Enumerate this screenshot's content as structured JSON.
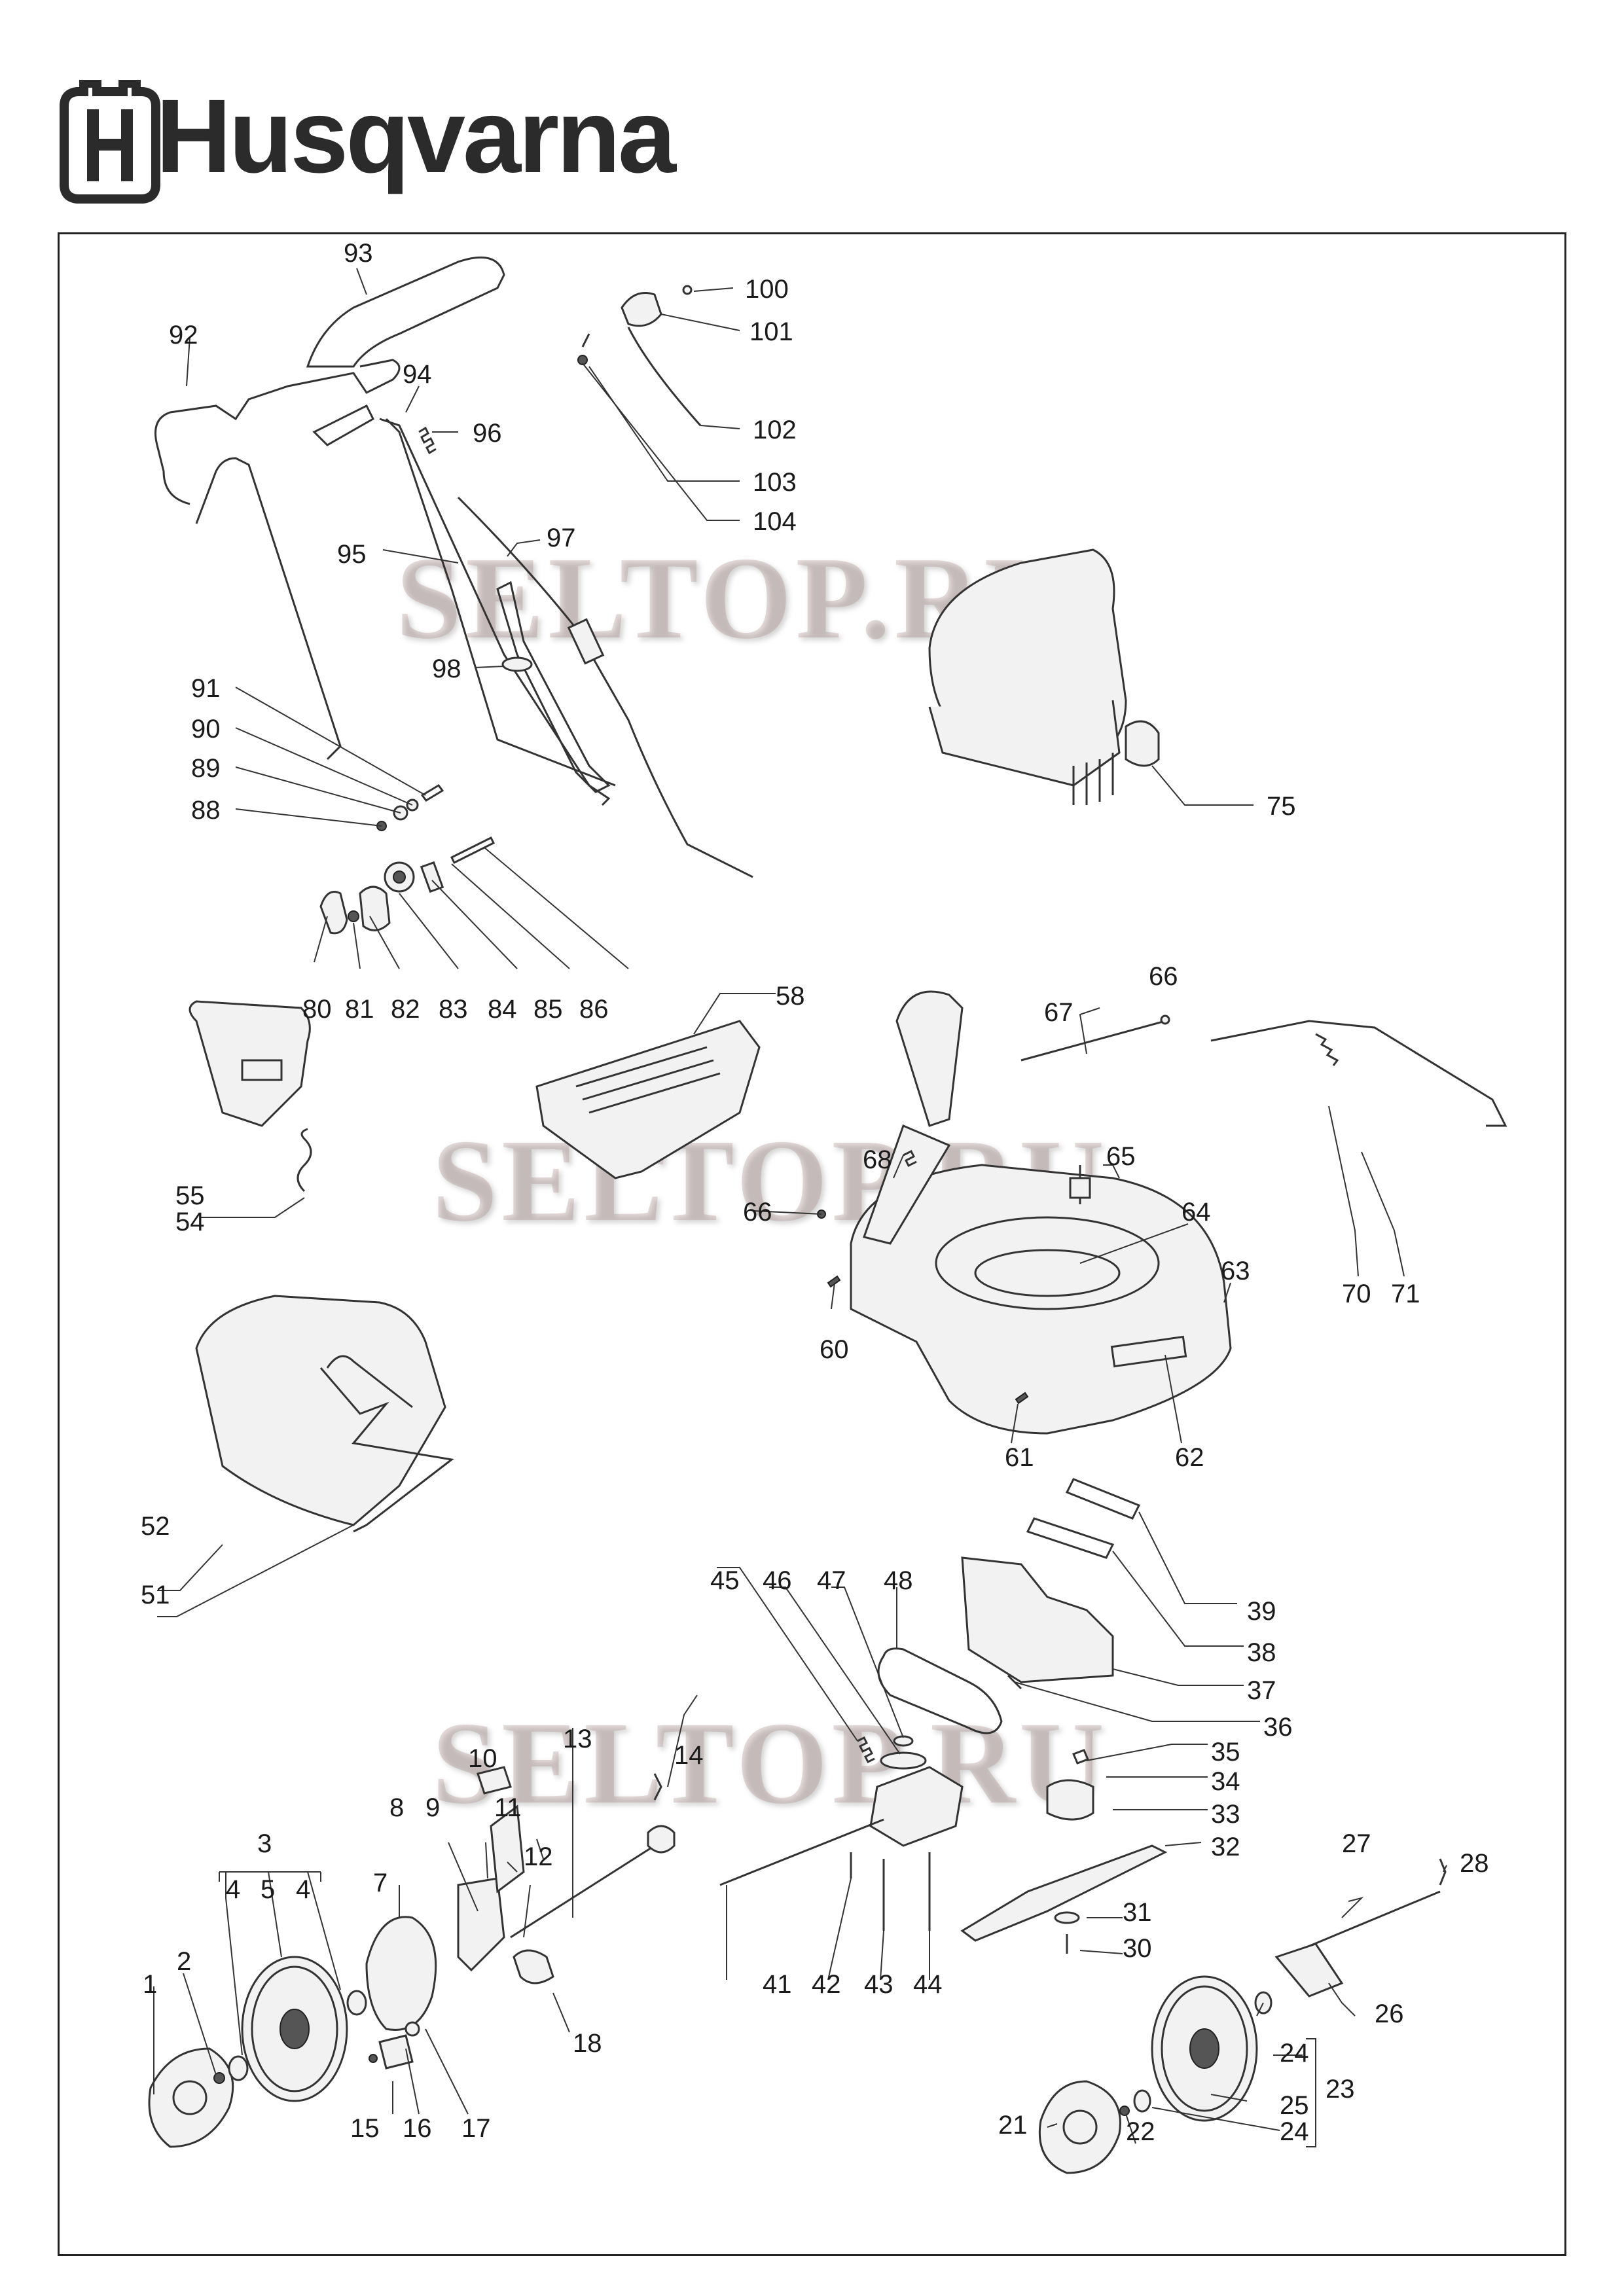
{
  "brand": {
    "name": "Husqvarna"
  },
  "watermark": "SELTOP.RU",
  "callouts": {
    "c1": "1",
    "c2": "2",
    "c3": "3",
    "c4a": "4",
    "c5": "5",
    "c4b": "4",
    "c7": "7",
    "c8": "8",
    "c9": "9",
    "c10": "10",
    "c11": "11",
    "c12": "12",
    "c13": "13",
    "c14": "14",
    "c15": "15",
    "c16": "16",
    "c17": "17",
    "c18": "18",
    "c21": "21",
    "c22": "22",
    "c23": "23",
    "c24a": "24",
    "c25": "25",
    "c24b": "24",
    "c26": "26",
    "c27": "27",
    "c28": "28",
    "c30": "30",
    "c31": "31",
    "c32": "32",
    "c33": "33",
    "c34": "34",
    "c35": "35",
    "c36": "36",
    "c37": "37",
    "c38": "38",
    "c39": "39",
    "c41": "41",
    "c42": "42",
    "c43": "43",
    "c44": "44",
    "c45": "45",
    "c46": "46",
    "c47": "47",
    "c48": "48",
    "c51": "51",
    "c52": "52",
    "c54": "54",
    "c55": "55",
    "c58": "58",
    "c60": "60",
    "c61": "61",
    "c62": "62",
    "c63": "63",
    "c64": "64",
    "c65": "65",
    "c66a": "66",
    "c66b": "66",
    "c67": "67",
    "c68": "68",
    "c70": "70",
    "c71": "71",
    "c75": "75",
    "c80": "80",
    "c81": "81",
    "c82": "82",
    "c83": "83",
    "c84": "84",
    "c85": "85",
    "c86": "86",
    "c88": "88",
    "c89": "89",
    "c90": "90",
    "c91": "91",
    "c92": "92",
    "c93": "93",
    "c94": "94",
    "c95": "95",
    "c96": "96",
    "c97": "97",
    "c98": "98",
    "c100": "100",
    "c101": "101",
    "c102": "102",
    "c103": "103",
    "c104": "104"
  }
}
